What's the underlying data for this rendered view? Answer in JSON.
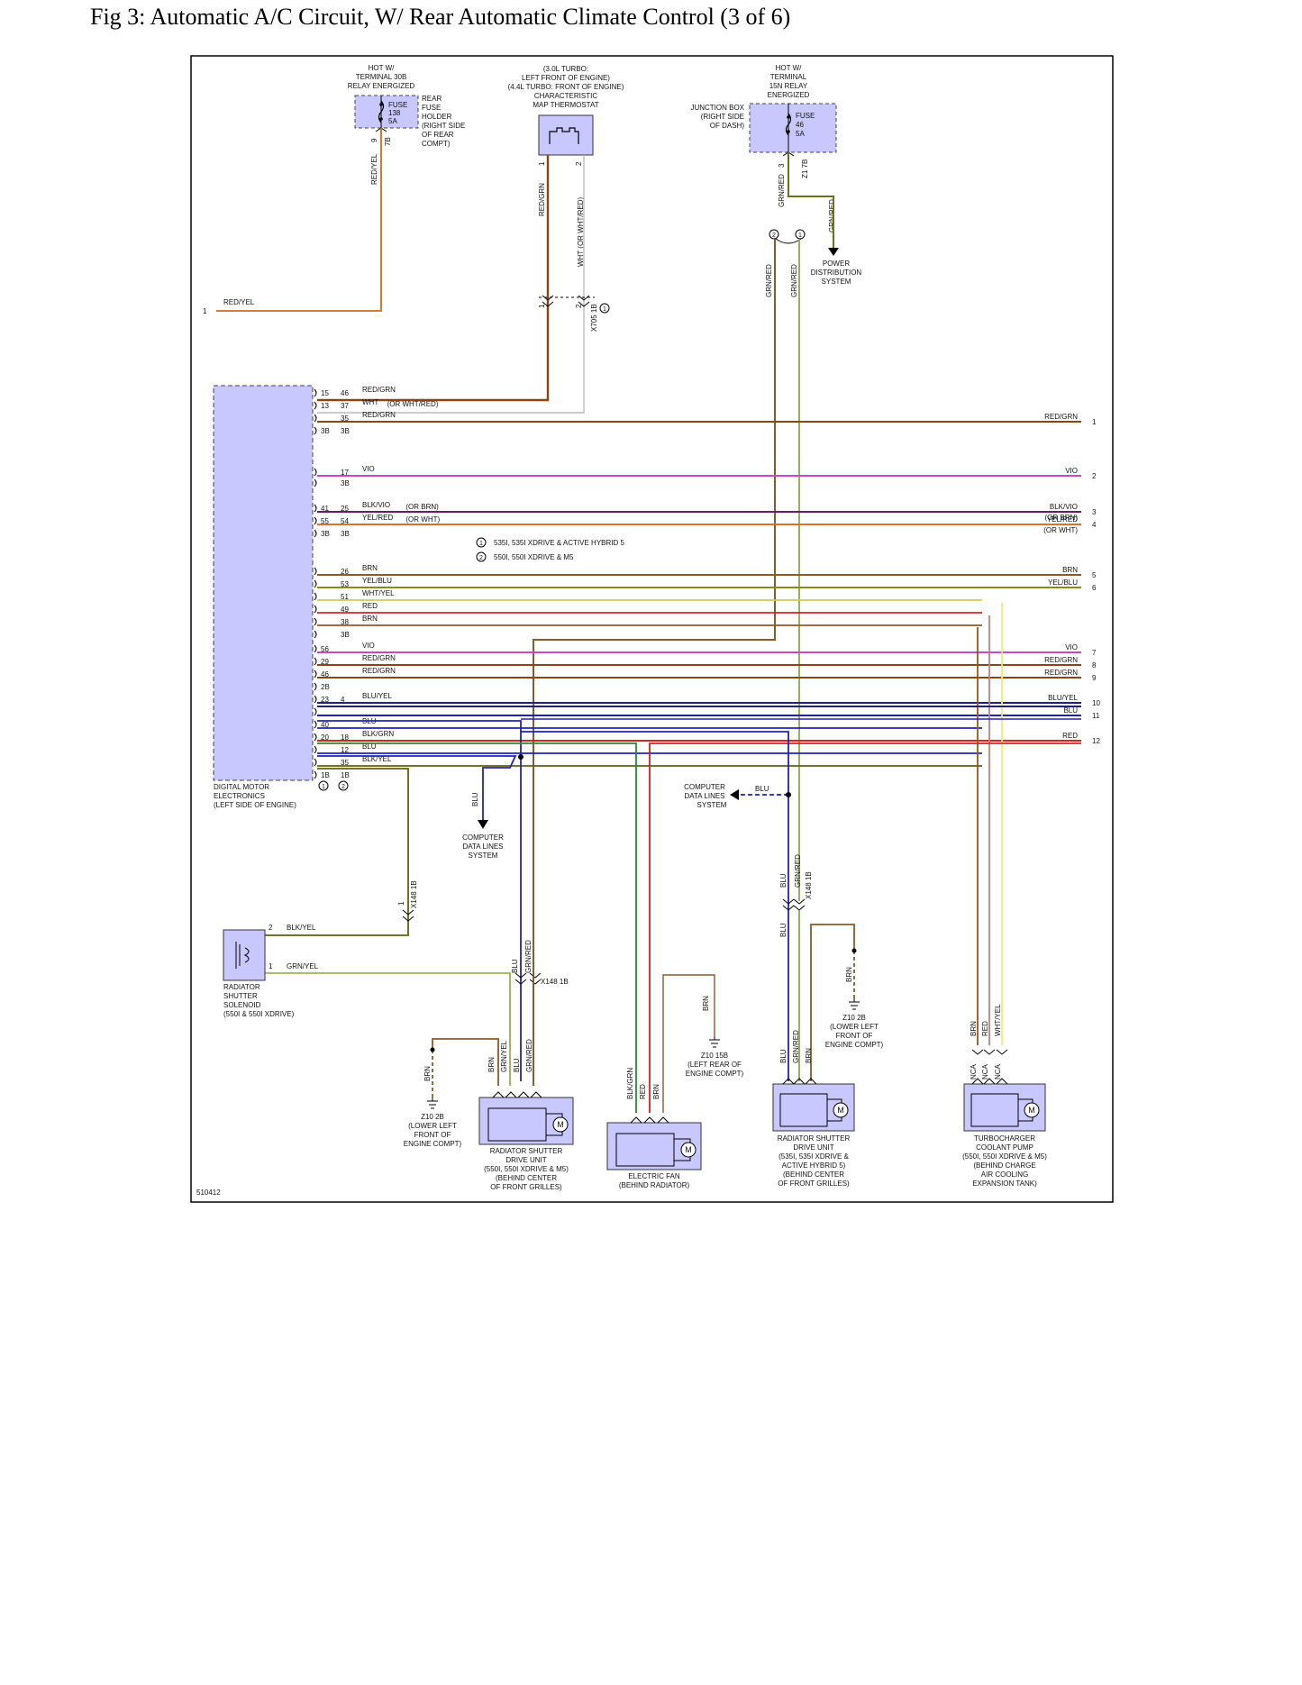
{
  "title": "Fig 3: Automatic A/C Circuit, W/ Rear Automatic Climate Control (3 of 6)",
  "figure_number": "510412",
  "colors": {
    "component_fill": "#c8c8ff",
    "RED/YEL": "#d2691e",
    "RED/GRN": "#8b4513",
    "WHT": "#bbbbbb",
    "VIO": "#cc44cc",
    "BLK/VIO": "#6a1b6a",
    "YEL/RED": "#e07020",
    "BRN": "#8b5a2b",
    "YEL/BLU": "#8a8a1a",
    "WHT/YEL": "#cccc55",
    "RED": "#d62222",
    "BLU/YEL": "#202080",
    "BLU": "#2020c0",
    "BLK/GRN": "#2a5a2a",
    "BLK/YEL": "#606010",
    "GRN/RED": "#6a7020",
    "GRN/YEL": "#88aa33",
    "WHT/YEL_tp": "#eeee66",
    "GRN/RED_vert": "#88aa44"
  },
  "notes": [
    {
      "id": "1",
      "text": "535I, 535I XDRIVE & ACTIVE HYBRID 5"
    },
    {
      "id": "2",
      "text": "550I, 550I XDRIVE & M5"
    }
  ],
  "components": {
    "fuse138": {
      "hot": [
        "HOT W/",
        "TERMINAL 30B",
        "RELAY ENERGIZED"
      ],
      "label": [
        "FUSE",
        "138",
        "5A"
      ],
      "desc": [
        "REAR",
        "FUSE",
        "HOLDER",
        "(RIGHT SIDE",
        "OF REAR",
        "COMPT)"
      ],
      "pin": "9",
      "conn": "7B",
      "wire": "RED/YEL"
    },
    "thermostat": {
      "desc": [
        "(3.0L TURBO:",
        "LEFT FRONT OF ENGINE)",
        "(4.4L TURBO: FRONT OF ENGINE)",
        "CHARACTERISTIC",
        "MAP THERMOSTAT"
      ],
      "pin1": "1",
      "pin2": "2",
      "wire1": "RED/GRN",
      "wire2": "WHT  (OR WHT/RED)",
      "conn": "X705 1B"
    },
    "fuse46": {
      "hot": [
        "HOT W/",
        "TERMINAL",
        "15N RELAY",
        "ENERGIZED"
      ],
      "label": [
        "FUSE",
        "46",
        "5A"
      ],
      "desc": [
        "JUNCTION BOX",
        "(RIGHT SIDE",
        "OF DASH)"
      ],
      "pin": "3",
      "conn": "Z1 7B",
      "wire": "GRN/RED"
    },
    "power_dist": [
      "POWER",
      "DISTRIBUTION",
      "SYSTEM"
    ],
    "dme": [
      "DIGITAL MOTOR",
      "ELECTRONICS",
      "(LEFT SIDE OF ENGINE)"
    ],
    "cdl_left": [
      "COMPUTER",
      "DATA LINES",
      "SYSTEM"
    ],
    "cdl_right": [
      "COMPUTER",
      "DATA LINES",
      "SYSTEM"
    ],
    "solenoid": [
      "RADIATOR",
      "SHUTTER",
      "SOLENOID",
      "(550I & 550I XDRIVE)"
    ],
    "shutter_left": [
      "RADIATOR SHUTTER",
      "DRIVE UNIT",
      "(550I, 550I XDRIVE & M5)",
      "(BEHIND CENTER",
      "OF FRONT GRILLES)"
    ],
    "fan": [
      "ELECTRIC FAN",
      "(BEHIND RADIATOR)"
    ],
    "shutter_right": [
      "RADIATOR SHUTTER",
      "DRIVE UNIT",
      "(535I, 535I XDRIVE &",
      "ACTIVE HYBRID 5)",
      "(BEHIND CENTER",
      "OF FRONT GRILLES)"
    ],
    "pump": [
      "TURBOCHARGER",
      "COOLANT PUMP",
      "(550I, 550I XDRIVE & M5)",
      "(BEHIND CHARGE",
      "AIR COOLING",
      "EXPANSION TANK)"
    ],
    "ground_a": [
      "Z10 2B",
      "(LOWER LEFT",
      "FRONT OF",
      "ENGINE COMPT)"
    ],
    "ground_b": [
      "Z10 15B",
      "(LEFT REAR OF",
      "ENGINE COMPT)"
    ],
    "ground_c": [
      "Z10 2B",
      "(LOWER LEFT",
      "FRONT OF",
      "ENGINE COMPT)"
    ]
  },
  "top_wire": {
    "pin": "1",
    "label": "RED/YEL"
  },
  "dme_rows": [
    {
      "p1": "15",
      "p2": "46",
      "label": "RED/GRN"
    },
    {
      "p1": "13",
      "p2": "37",
      "label": "WHT",
      "alt": "(OR WHT/RED)"
    },
    {
      "p1": "",
      "p2": "35",
      "label": "RED/GRN",
      "right": "RED/GRN",
      "rpin": "1"
    },
    {
      "p1": "3B",
      "p2": "3B"
    },
    {
      "p1": "",
      "p2": "17",
      "label": "VIO",
      "right": "VIO",
      "rpin": "2"
    },
    {
      "p1": "",
      "p2": "3B"
    },
    {
      "p1": "41",
      "p2": "25",
      "label": "BLK/VIO",
      "alt": "(OR BRN)",
      "right": "BLK/VIO",
      "ralt": "(OR BRN)",
      "rpin": "3"
    },
    {
      "p1": "55",
      "p2": "54",
      "label": "YEL/RED",
      "alt": "(OR WHT)",
      "right": "YEL/RED",
      "ralt": "(OR WHT)",
      "rpin": "4"
    },
    {
      "p1": "3B",
      "p2": "3B"
    },
    {
      "p1": "",
      "p2": "26",
      "label": "BRN",
      "right": "BRN",
      "rpin": "5"
    },
    {
      "p1": "",
      "p2": "53",
      "label": "YEL/BLU",
      "right": "YEL/BLU",
      "rpin": "6"
    },
    {
      "p1": "",
      "p2": "51",
      "label": "WHT/YEL"
    },
    {
      "p1": "",
      "p2": "49",
      "label": "RED"
    },
    {
      "p1": "",
      "p2": "38",
      "label": "BRN"
    },
    {
      "p1": "",
      "p2": "3B"
    },
    {
      "p1": "56",
      "p2": "",
      "label": "VIO",
      "right": "VIO",
      "rpin": "7"
    },
    {
      "p1": "29",
      "p2": "",
      "label": "RED/GRN",
      "right": "RED/GRN",
      "rpin": "8"
    },
    {
      "p1": "46",
      "p2": "",
      "label": "RED/GRN",
      "right": "RED/GRN",
      "rpin": "9"
    },
    {
      "p1": "2B",
      "p2": ""
    },
    {
      "p1": "23",
      "p2": "4",
      "label": "BLU/YEL",
      "right": "BLU/YEL",
      "rpin": "10"
    },
    {
      "p1": "",
      "p2": "",
      "right": "BLU",
      "rpin": "11"
    },
    {
      "p1": "40",
      "p2": "",
      "label": "BLU"
    },
    {
      "p1": "20",
      "p2": "18",
      "label": "BLK/GRN",
      "right": "RED",
      "rpin": "12"
    },
    {
      "p1": "",
      "p2": "12",
      "label": "BLU"
    },
    {
      "p1": "",
      "p2": "35",
      "label": "BLK/YEL"
    },
    {
      "p1": "1B",
      "p2": "1B"
    }
  ],
  "labels": {
    "x148_1b": "X148 1B",
    "blk_yel": "BLK/YEL",
    "grn_yel": "GRN/YEL",
    "blu": "BLU",
    "grn_red": "GRN/RED",
    "brn": "BRN",
    "red": "RED",
    "blk_grn": "BLK/GRN",
    "nca": "NCA",
    "wht_yel": "WHT/YEL",
    "m": "M"
  }
}
